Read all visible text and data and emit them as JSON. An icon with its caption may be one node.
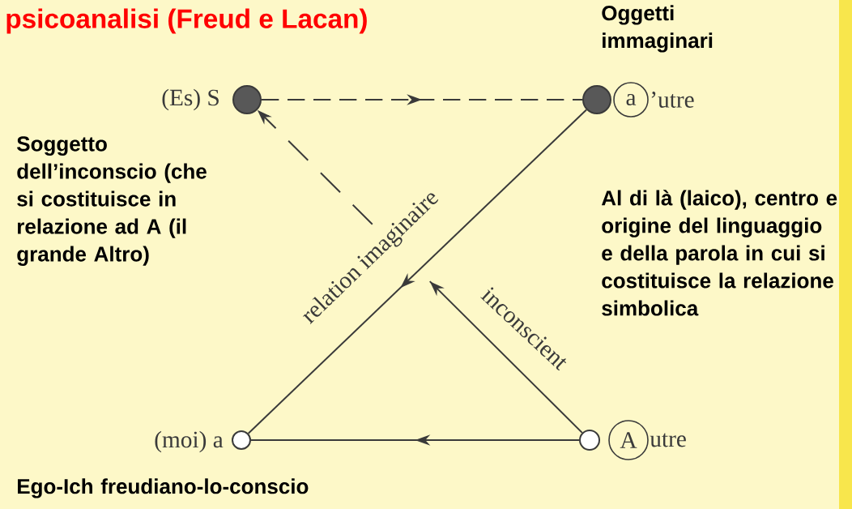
{
  "diagram": {
    "title": "psicoanalisi (Freud e Lacan)",
    "nodes": [
      {
        "text": [],
        "shape": "circle",
        "beside": [
          "(Es) S"
        ]
      },
      {
        "text": [],
        "shape": "circle",
        "beside": [
          "a",
          "’utre"
        ]
      },
      {
        "text": [],
        "shape": "circle",
        "beside": [
          "(moi) a"
        ]
      },
      {
        "text": [],
        "shape": "circle",
        "beside": [
          "A",
          "utre"
        ]
      }
    ],
    "edges": [
      {
        "from": 0,
        "to": 1,
        "arrow": "to",
        "style": "dashed"
      },
      {
        "from": 1,
        "to": 2,
        "arrow": "to",
        "label": "relation imaginaire"
      },
      {
        "from": 3,
        "to": 0,
        "arrow": "to",
        "label": "inconscient",
        "style": "dashed"
      },
      {
        "from": 3,
        "to": 2,
        "arrow": "to"
      }
    ],
    "labels": [
      "Oggetti immaginari",
      "Soggetto dell’inconscio (che si costituisce in relazione ad A (il grande Altro)",
      "Al di là (laico), centro e origine del linguaggio e della parola in cui si costituisce la relazione simbolica",
      "Ego-Ich freudiano-lo-conscio"
    ]
  }
}
